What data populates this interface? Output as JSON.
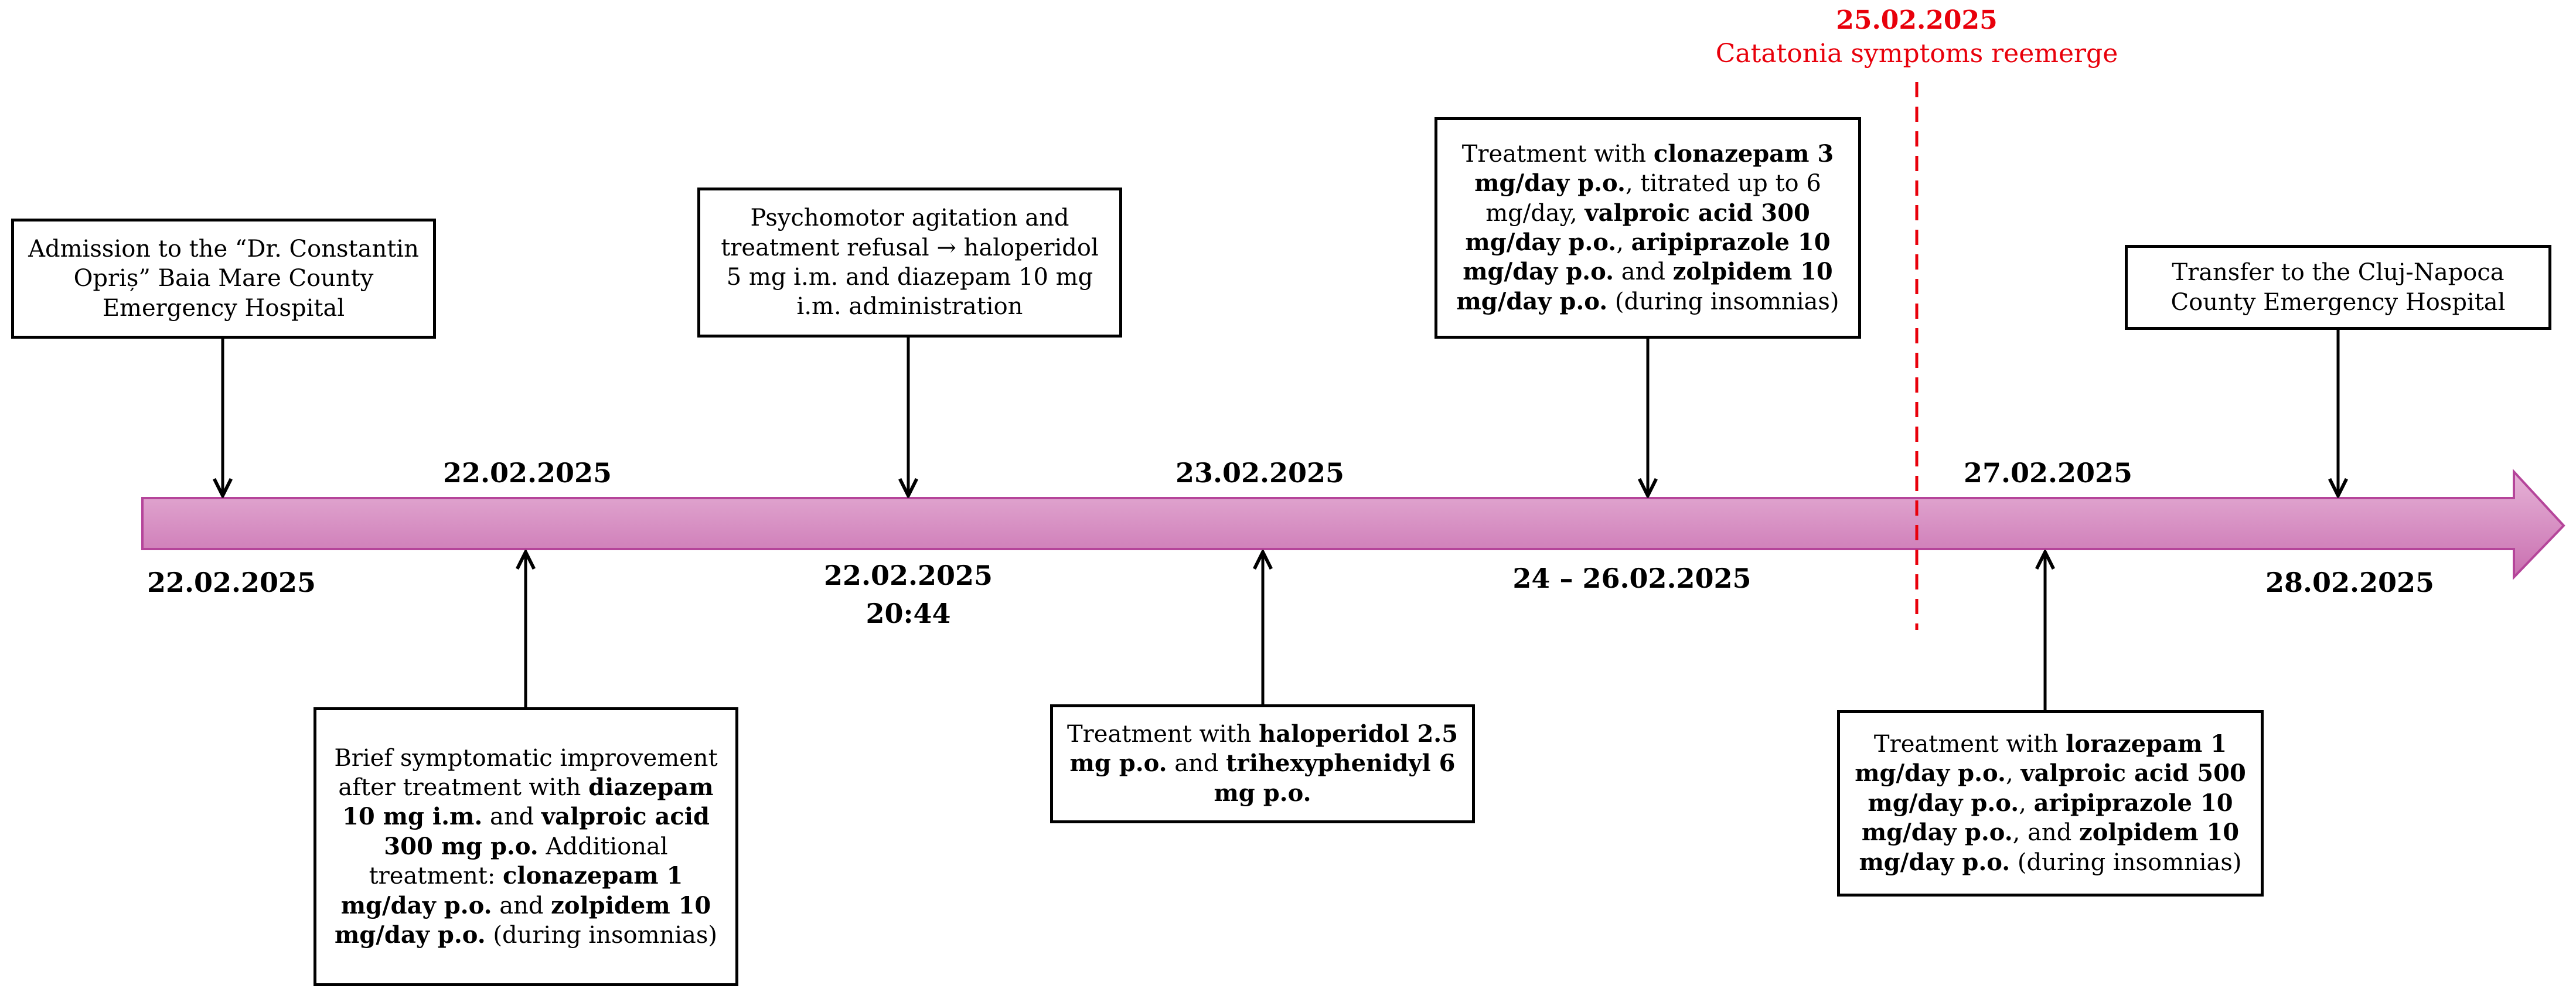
{
  "events": [
    {
      "id": "admission",
      "date": "22.02.2025",
      "html": "Admission to the “Dr. Constantin Opriș” Baia Mare County Emergency Hospital"
    },
    {
      "id": "brief-improvement",
      "date": "22.02.2025",
      "html": "Brief symptomatic improvement after treatment with <b>diazepam 10 mg i.m.</b> and <b>valproic acid 300 mg p.o.</b> Additional treatment: <b>clonazepam 1 mg/day p.o.</b> and <b>zolpidem 10 mg/day p.o.</b> (during insomnias)"
    },
    {
      "id": "psychomotor-agitation",
      "date": "22.02.2025",
      "time": "20:44",
      "html": "Psychomotor agitation and treatment refusal → haloperidol 5 mg i.m. and diazepam 10 mg i.m. administration"
    },
    {
      "id": "haloperidol-oral",
      "date": "23.02.2025",
      "html": "Treatment with <b>haloperidol 2.5 mg p.o.</b> and <b>trihexyphenidyl 6 mg p.o.</b>"
    },
    {
      "id": "clonazepam-treatment",
      "date": "24 – 26.02.2025",
      "html": "Treatment with <b>clonazepam 3 mg/day p.o.</b>, titrated up to 6 mg/day, <b>valproic acid 300 mg/day p.o.</b>, <b>aripiprazole 10 mg/day p.o.</b> and <b>zolpidem 10 mg/day p.o.</b> (during insomnias)"
    },
    {
      "id": "lorazepam-treatment",
      "date": "27.02.2025",
      "html": "Treatment with <b>lorazepam 1 mg/day p.o.</b>, <b>valproic acid 500 mg/day p.o.</b>, <b>aripiprazole 10 mg/day p.o.</b>, and <b>zolpidem 10 mg/day p.o.</b> (during insomnias)"
    },
    {
      "id": "transfer",
      "date": "28.02.2025",
      "html": "Transfer to the Cluj-Napoca County Emergency Hospital"
    }
  ],
  "catatonia": {
    "date": "25.02.2025",
    "label": "Catatonia symptoms reemerge"
  },
  "colors": {
    "timeline_fill_light": "#e6b3d7",
    "timeline_fill_dark": "#c96fb0",
    "timeline_stroke": "#b5459a",
    "catatonia_red": "#e8000b",
    "box_border": "#000000"
  }
}
